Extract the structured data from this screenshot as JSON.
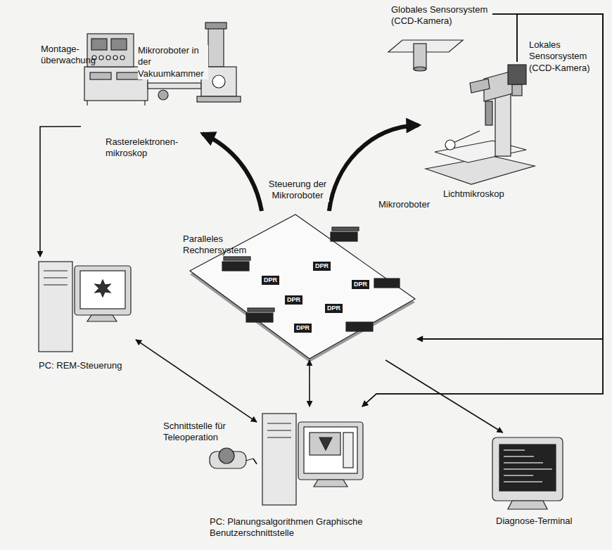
{
  "diagram": {
    "nodes": [
      {
        "text": [
          "Montage- überwachung",
          "Mikroroboter in der Vakuumkammer",
          "Rasterelektronen- mikroskop"
        ]
      },
      {
        "text": [
          "Globales Sensorsystem (CCD-Kamera)"
        ]
      },
      {
        "text": [
          "Lokales Sensorsystem (CCD-Kamera)",
          "Lichtmikroskop"
        ]
      },
      {
        "text": [
          "Paralleles Rechnersystem"
        ]
      },
      {
        "text": [
          "PC: REM-Steuerung"
        ]
      },
      {
        "text": [
          "PC: Planungsalgorithmen Graphische Benutzerschnittstelle"
        ]
      },
      {
        "text": [
          "Schnittstelle für Teleoperation"
        ]
      },
      {
        "text": [
          "Diagnose-Terminal"
        ]
      }
    ],
    "edges": [
      {
        "from": 3,
        "to": 0,
        "arrow": "to"
      },
      {
        "from": 3,
        "to": 2,
        "arrow": "to"
      },
      {
        "from": 0,
        "to": 4,
        "arrow": "to"
      },
      {
        "from": 4,
        "to": 5,
        "arrow": "both"
      },
      {
        "from": 3,
        "to": 5,
        "arrow": "both"
      },
      {
        "from": 3,
        "to": 7,
        "arrow": "to"
      },
      {
        "from": 1,
        "to": 3,
        "arrow": "to"
      },
      {
        "from": 2,
        "to": 3,
        "arrow": "to"
      },
      {
        "from": 1,
        "to": 5,
        "arrow": "to"
      },
      {
        "from": 2,
        "to": 5,
        "arrow": "to"
      },
      {
        "from": 6,
        "to": 5,
        "arrow": "none"
      }
    ],
    "labels": [
      "Steuerung der Mikroroboter",
      "Mikroroboter",
      "DPR",
      "DPR",
      "DPR",
      "DPR",
      "DPR",
      "DPR"
    ]
  }
}
